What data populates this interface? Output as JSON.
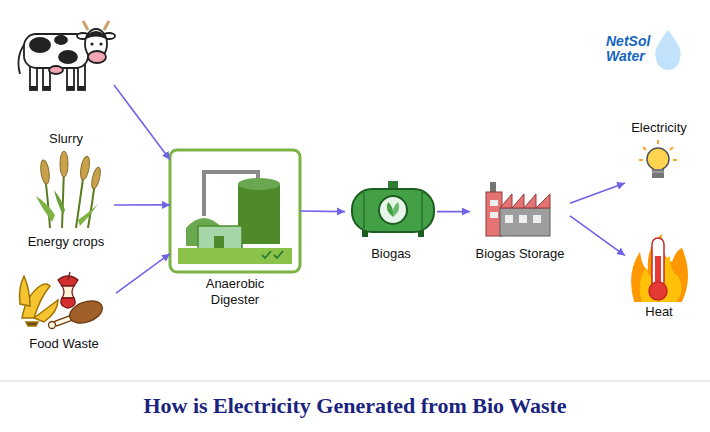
{
  "diagram": {
    "title": "How is Electricity Generated from Bio Waste",
    "nodes": [
      {
        "text": [
          "Slurry"
        ]
      },
      {
        "text": [
          "Energy crops"
        ]
      },
      {
        "text": [
          "Food Waste"
        ]
      },
      {
        "text": [
          "Anaerobic Digester"
        ]
      },
      {
        "text": [
          "Biogas"
        ]
      },
      {
        "text": [
          "Biogas Storage"
        ]
      },
      {
        "text": [
          "Electricity"
        ]
      },
      {
        "text": [
          "Heat"
        ]
      }
    ],
    "edges": [
      {
        "from": 0,
        "to": 3,
        "arrow": "to"
      },
      {
        "from": 1,
        "to": 3,
        "arrow": "to"
      },
      {
        "from": 2,
        "to": 3,
        "arrow": "to"
      },
      {
        "from": 3,
        "to": 4,
        "arrow": "to"
      },
      {
        "from": 4,
        "to": 5,
        "arrow": "to"
      },
      {
        "from": 5,
        "to": 6,
        "arrow": "to"
      },
      {
        "from": 5,
        "to": 7,
        "arrow": "to"
      }
    ],
    "labels": [
      "NetSol Water"
    ]
  }
}
